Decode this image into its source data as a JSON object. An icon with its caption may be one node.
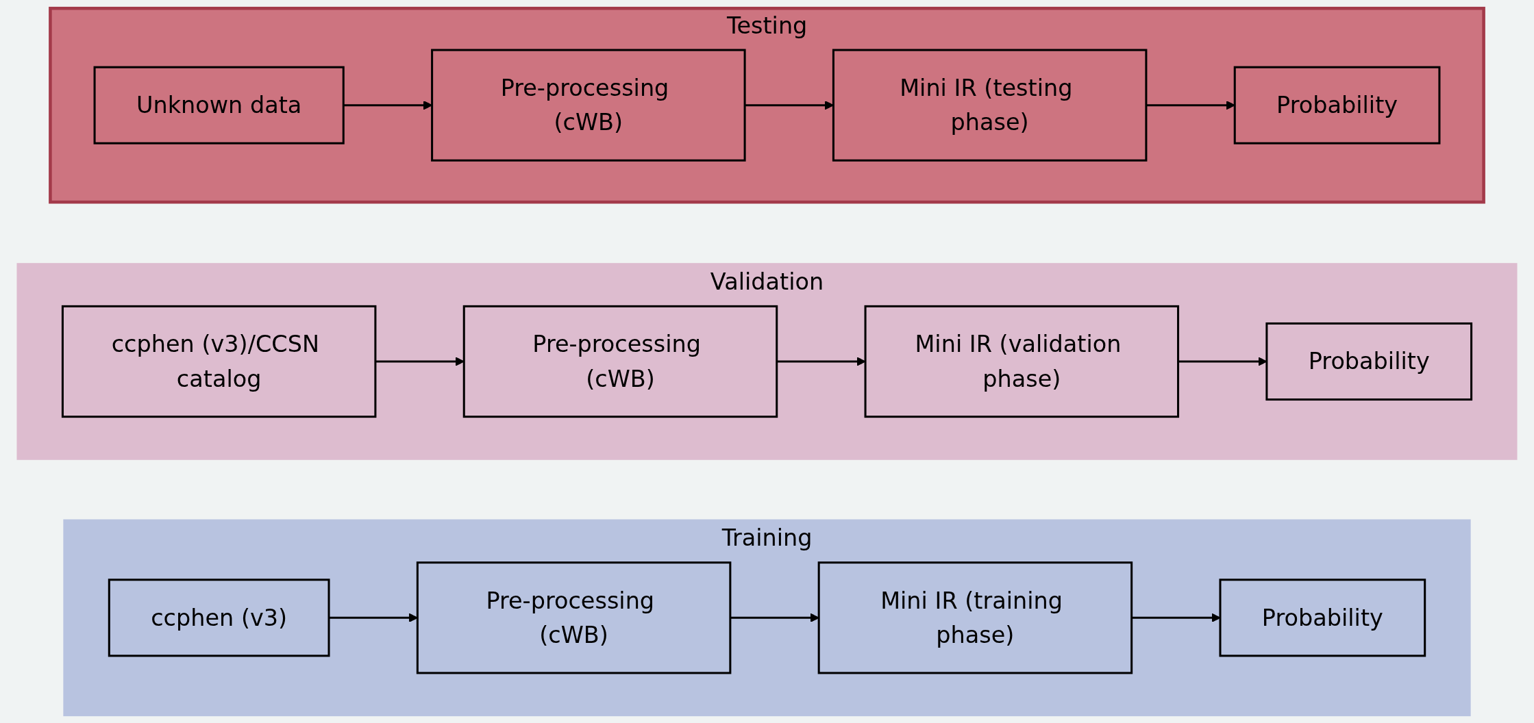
{
  "diagram": {
    "nodes": [
      {
        "text": [
          "Training"
        ]
      },
      {
        "text": [
          "ccphen (v3)"
        ],
        "in": 0
      },
      {
        "text": [
          "Pre-processing (cWB)"
        ],
        "in": 0
      },
      {
        "text": [
          "Mini IR (training phase)"
        ],
        "in": 0
      },
      {
        "text": [
          "Probability"
        ],
        "in": 0
      },
      {
        "text": [
          "Validation"
        ]
      },
      {
        "text": [
          "ccphen (v3)/CCSN catalog"
        ],
        "in": 5
      },
      {
        "text": [
          "Pre-processing (cWB)"
        ],
        "in": 5
      },
      {
        "text": [
          "Mini IR (validation phase)"
        ],
        "in": 5
      },
      {
        "text": [
          "Probability"
        ],
        "in": 5
      },
      {
        "text": [
          "Testing"
        ]
      },
      {
        "text": [
          "Unknown data"
        ],
        "in": 10
      },
      {
        "text": [
          "Pre-processing (cWB)"
        ],
        "in": 10
      },
      {
        "text": [
          "Mini IR (testing phase)"
        ],
        "in": 10
      },
      {
        "text": [
          "Probability"
        ],
        "in": 10
      }
    ],
    "edges": [
      {
        "from": 1,
        "to": 2,
        "arrow": "to"
      },
      {
        "from": 2,
        "to": 3,
        "arrow": "to"
      },
      {
        "from": 3,
        "to": 4,
        "arrow": "to"
      },
      {
        "from": 6,
        "to": 7,
        "arrow": "to"
      },
      {
        "from": 7,
        "to": 8,
        "arrow": "to"
      },
      {
        "from": 8,
        "to": 9,
        "arrow": "to"
      },
      {
        "from": 11,
        "to": 12,
        "arrow": "to"
      },
      {
        "from": 12,
        "to": 13,
        "arrow": "to"
      },
      {
        "from": 13,
        "to": 14,
        "arrow": "to"
      }
    ]
  }
}
